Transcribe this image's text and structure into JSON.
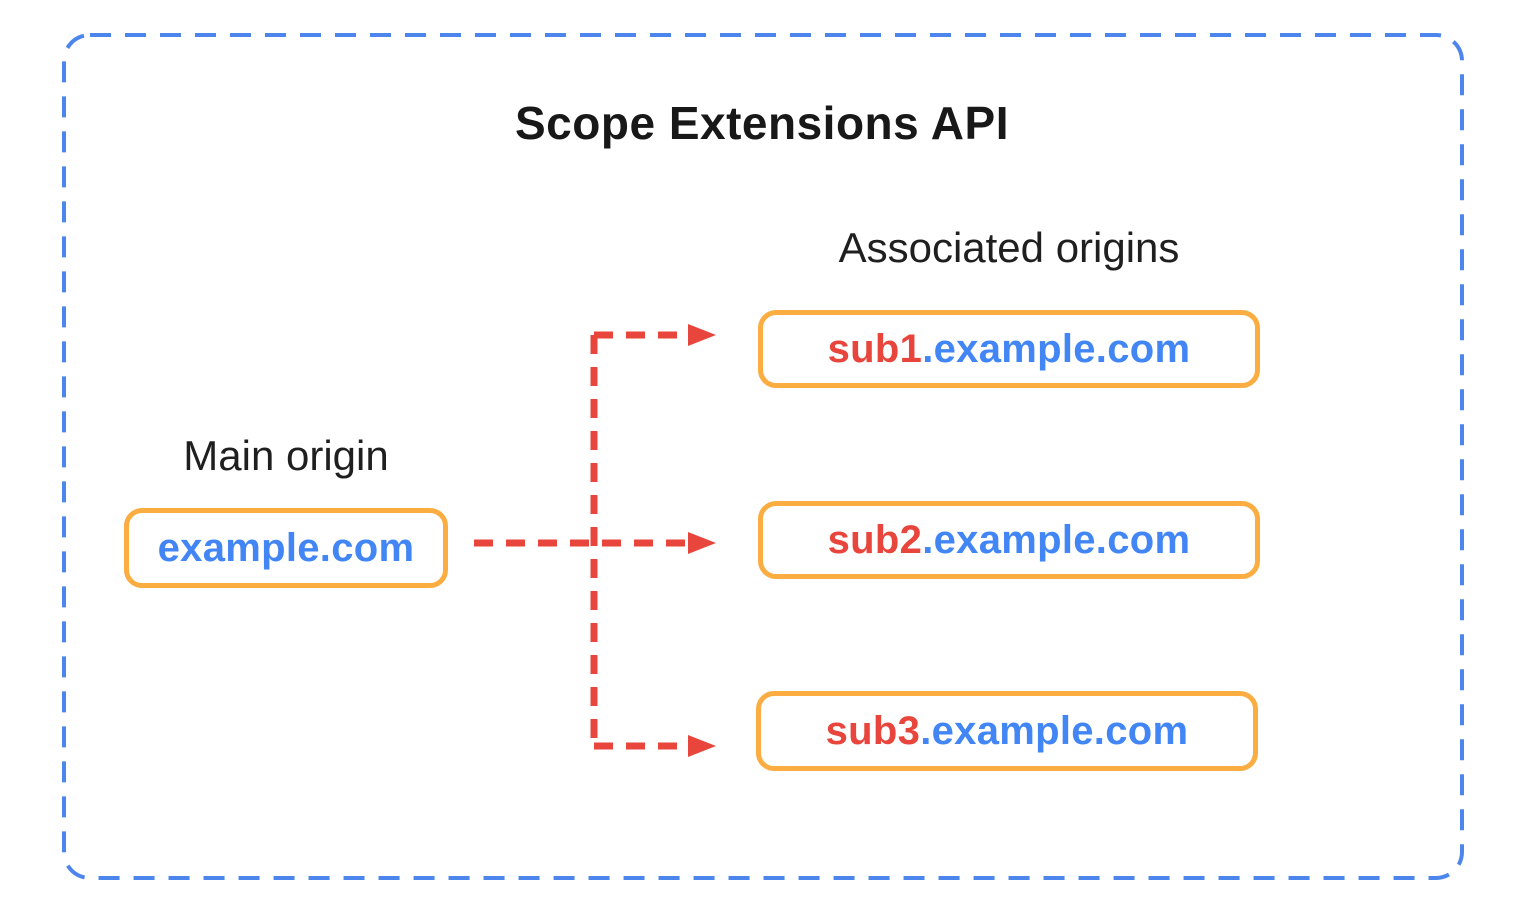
{
  "diagram": {
    "title": "Scope Extensions API",
    "main_origin": {
      "label": "Main origin",
      "domain": "example.com"
    },
    "associated": {
      "label": "Associated origins",
      "origins": [
        {
          "prefix": "sub1",
          "suffix": ".example.com"
        },
        {
          "prefix": "sub2",
          "suffix": ".example.com"
        },
        {
          "prefix": "sub3",
          "suffix": ".example.com"
        }
      ]
    },
    "colors": {
      "container_border": "#4C86EC",
      "box_border": "#FBAD41",
      "arrow_red": "#E8453C",
      "domain_blue": "#4285F4",
      "subdomain_red": "#E8453C",
      "text": "#1F1F1F",
      "background": "#FFFFFF"
    }
  }
}
